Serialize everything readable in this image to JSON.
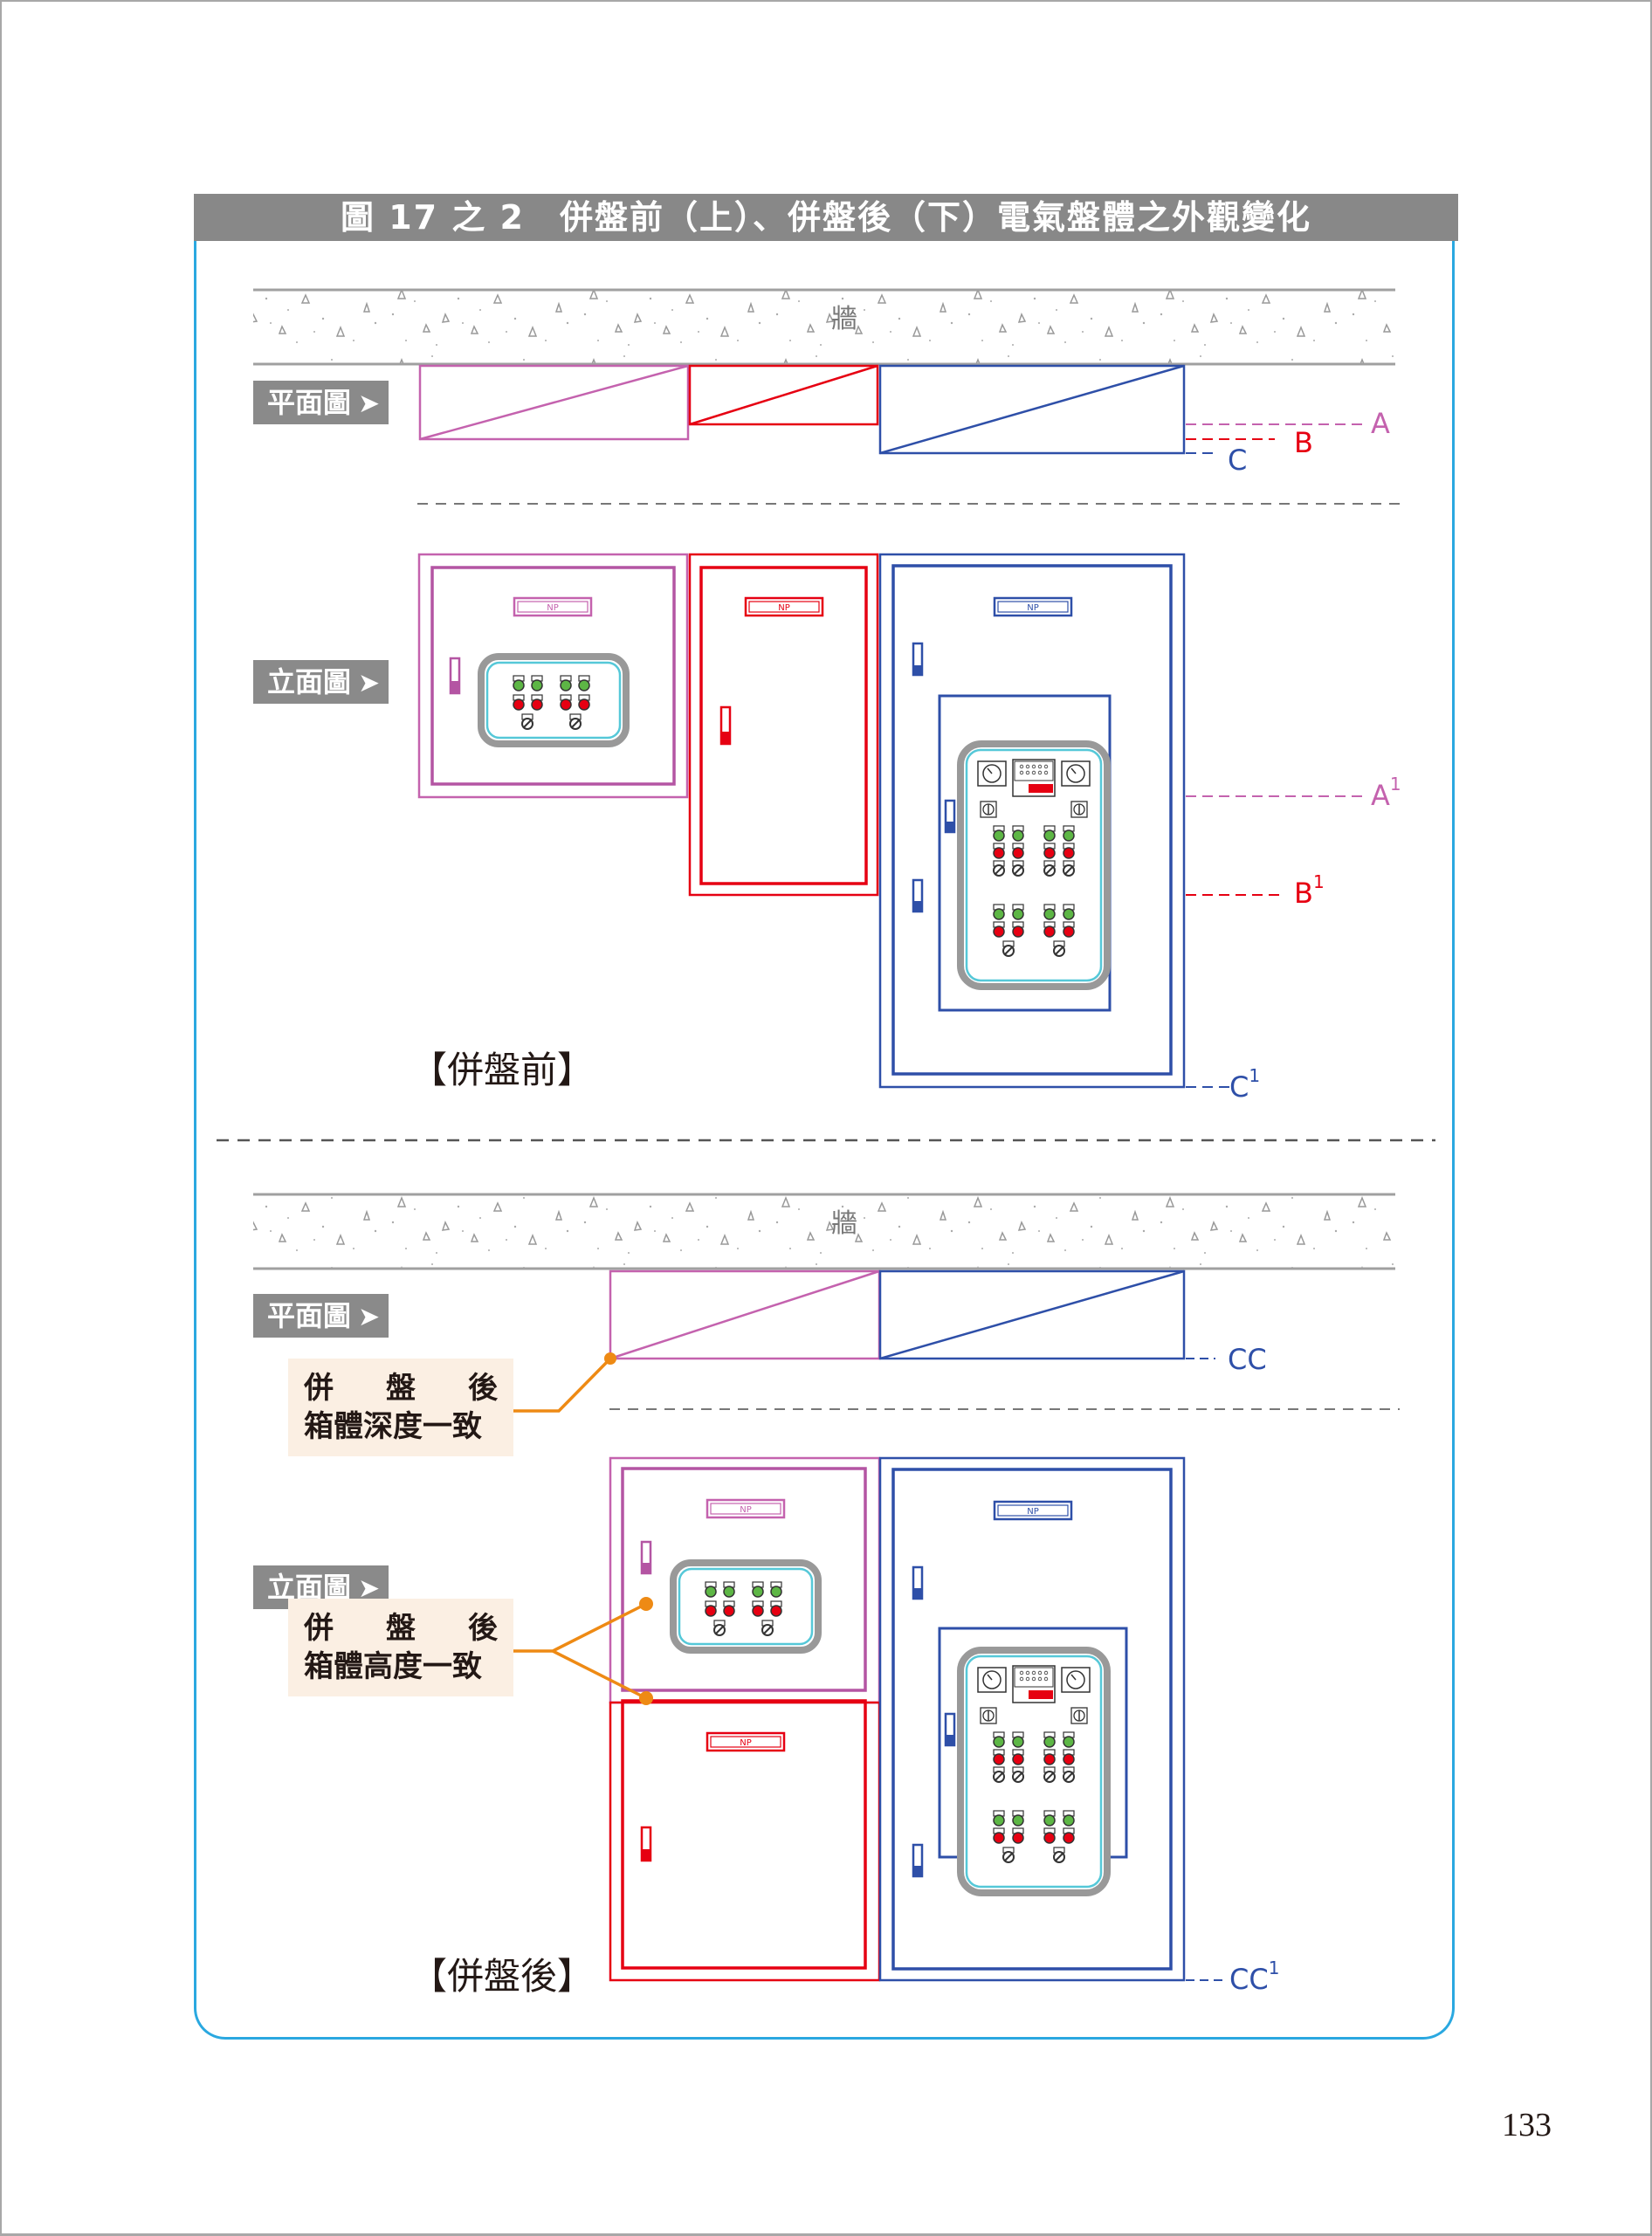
{
  "figure": {
    "title": "圖 17 之 2　併盤前（上）、併盤後（下）電氣盤體之外觀變化"
  },
  "before": {
    "wall_label": "牆",
    "plan_tag": "平面圖",
    "elevation_tag": "立面圖",
    "tag_arrow": "➤",
    "section_label": "【併盤前】",
    "plan_dims": [
      {
        "label": "A",
        "sup": "",
        "color": "#c462ae"
      },
      {
        "label": "B",
        "sup": "",
        "color": "#e60012"
      },
      {
        "label": "C",
        "sup": "",
        "color": "#2e4fa8"
      }
    ],
    "elevation_dims": [
      {
        "label": "A",
        "sup": "1",
        "color": "#c462ae"
      },
      {
        "label": "B",
        "sup": "1",
        "color": "#e60012"
      },
      {
        "label": "C",
        "sup": "1",
        "color": "#2e4fa8"
      }
    ]
  },
  "after": {
    "wall_label": "牆",
    "plan_tag": "平面圖",
    "elevation_tag": "立面圖",
    "tag_arrow": "➤",
    "section_label": "【併盤後】",
    "plan_dim": {
      "label": "CC",
      "sup": "",
      "color": "#2e4fa8"
    },
    "elevation_dim": {
      "label": "CC",
      "sup": "1",
      "color": "#2e4fa8"
    },
    "depth_note": {
      "line1": [
        "併",
        "盤",
        "後"
      ],
      "line2": "箱體深度一致"
    },
    "height_note": {
      "line1": [
        "併",
        "盤",
        "後"
      ],
      "line2": "箱體高度一致"
    }
  },
  "nameplate_text": "NP",
  "colors": {
    "panel_a": "#c462ae",
    "panel_b": "#e60012",
    "panel_c": "#2e4fa8",
    "callout": "#ee8a14",
    "frame": "#2aa8e0",
    "title_bg": "#888888",
    "note_bg": "#fbefe3"
  },
  "page_number": "133"
}
